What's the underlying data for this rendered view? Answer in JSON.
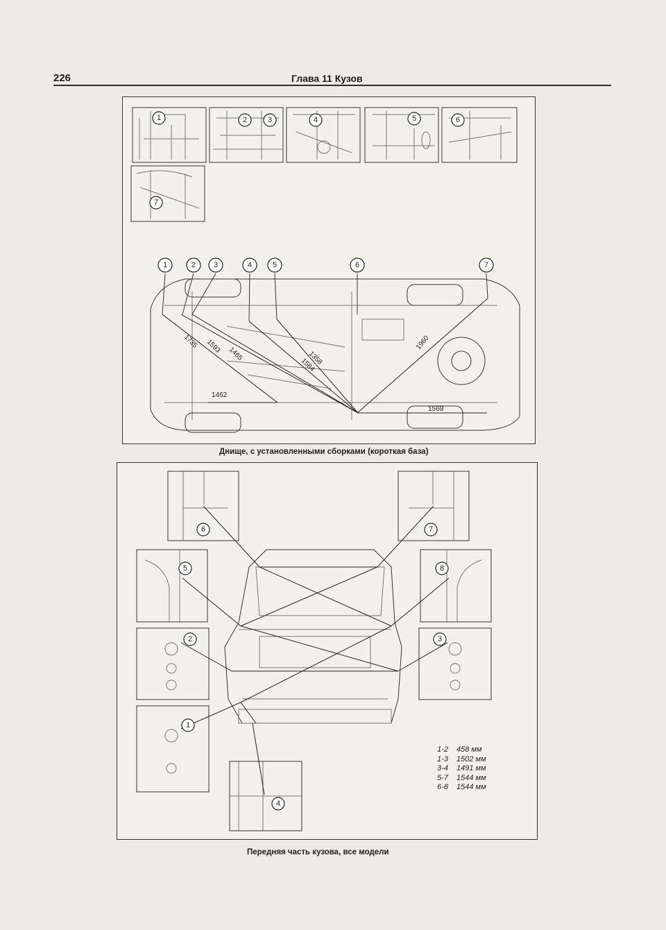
{
  "header": {
    "page_number": "226",
    "chapter": "Глава 11 Кузов"
  },
  "figure_top": {
    "caption": "Днище, с установленными сборками (короткая база)",
    "detail_callouts": [
      "1",
      "2",
      "3",
      "4",
      "5",
      "6",
      "7"
    ],
    "main_callouts": [
      "1",
      "2",
      "3",
      "4",
      "5",
      "6",
      "7"
    ],
    "dimensions": [
      "1735",
      "1593",
      "1465",
      "1462",
      "1358",
      "1584",
      "1960",
      "1569"
    ]
  },
  "figure_bottom": {
    "caption": "Передняя часть кузова, все модели",
    "callouts": [
      "6",
      "7",
      "5",
      "8",
      "2",
      "3",
      "1",
      "4"
    ],
    "legend": [
      {
        "points": "1-2",
        "value": "458 мм"
      },
      {
        "points": "1-3",
        "value": "1502 мм"
      },
      {
        "points": "3-4",
        "value": "1491 мм"
      },
      {
        "points": "5-7",
        "value": "1544 мм"
      },
      {
        "points": "6-8",
        "value": "1544 мм"
      }
    ]
  }
}
